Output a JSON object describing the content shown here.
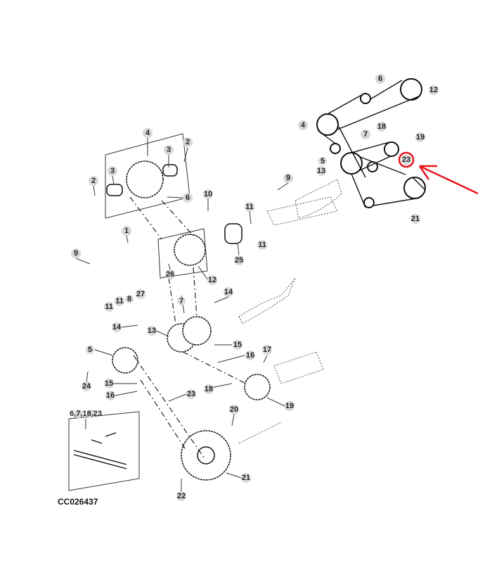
{
  "figure_code": "CC026437",
  "highlight_color": "#e8141b",
  "highlighted_callout": "23",
  "belt_schematic": {
    "callouts": [
      "6",
      "12",
      "4",
      "7",
      "18",
      "19",
      "5",
      "13",
      "23",
      "21"
    ]
  },
  "exploded_view": {
    "callouts": [
      "4",
      "3",
      "2",
      "2",
      "3",
      "6",
      "10",
      "9",
      "11",
      "11",
      "25",
      "1",
      "9",
      "26",
      "12",
      "11",
      "11",
      "8",
      "27",
      "7",
      "14",
      "14",
      "13",
      "5",
      "15",
      "16",
      "17",
      "24",
      "15",
      "16",
      "23",
      "18",
      "19",
      "20",
      "21",
      "22"
    ],
    "chain_kit_label": "6,7,18,23"
  }
}
